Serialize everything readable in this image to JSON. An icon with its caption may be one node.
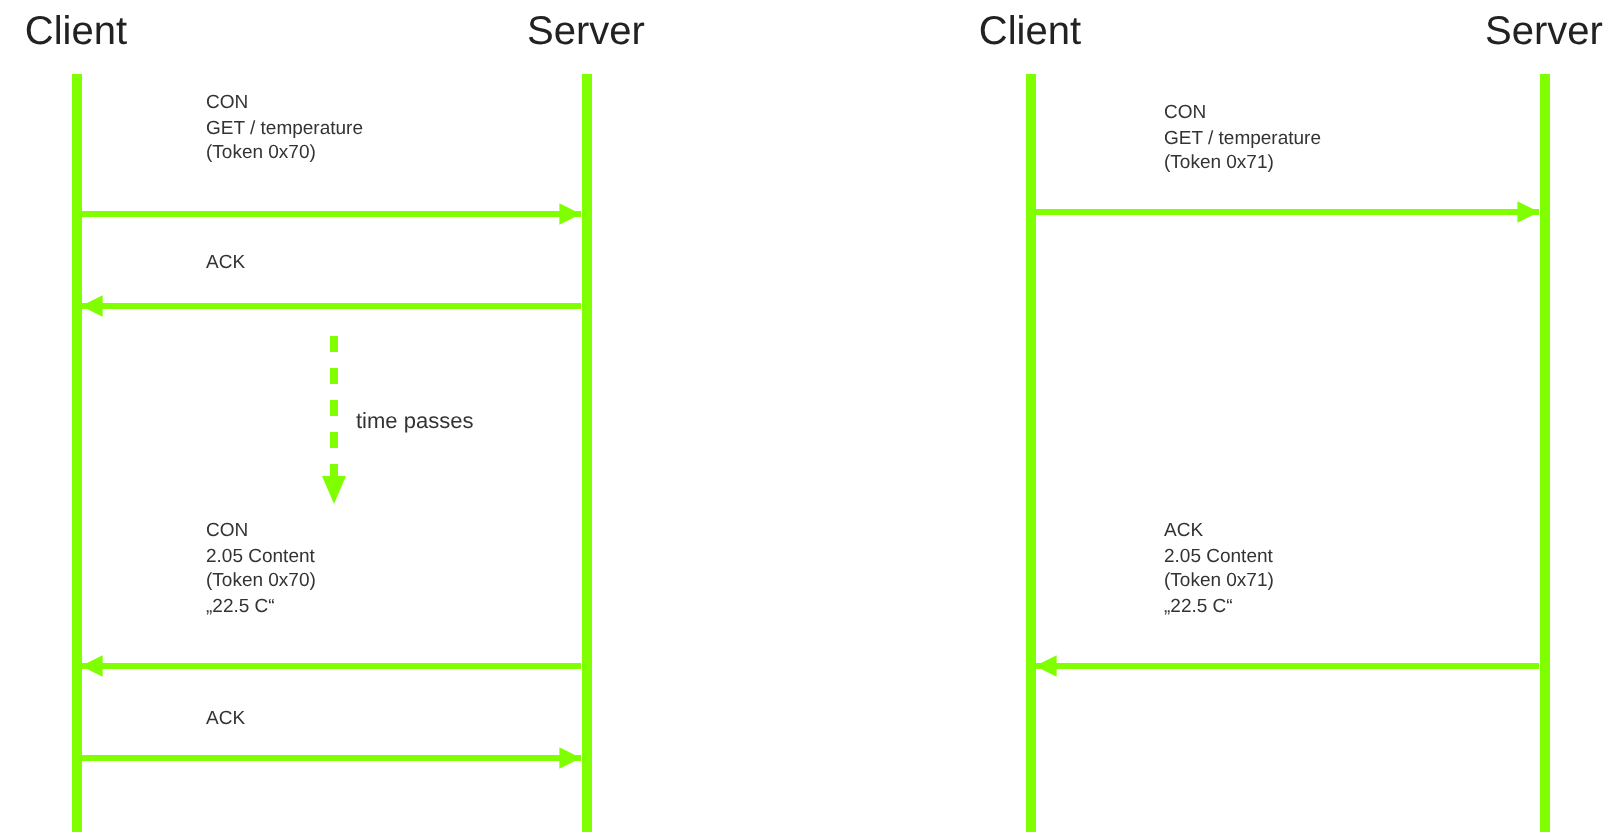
{
  "diagram": {
    "nodes": [
      {
        "text": [
          "Client"
        ]
      },
      {
        "text": [
          "Server"
        ]
      },
      {
        "text": [
          "Client"
        ]
      },
      {
        "text": [
          "Server"
        ]
      }
    ],
    "edges": [
      {
        "from": 0,
        "to": 1,
        "arrow": "to",
        "label": "CON GET / temperature (Token 0x70)"
      },
      {
        "from": 1,
        "to": 0,
        "arrow": "to",
        "label": "ACK"
      },
      {
        "from": 1,
        "to": 0,
        "arrow": "to",
        "label": "CON 2.05 Content (Token 0x70) „22.5 C“"
      },
      {
        "from": 0,
        "to": 1,
        "arrow": "to",
        "label": "ACK"
      },
      {
        "from": 2,
        "to": 3,
        "arrow": "to",
        "label": "CON GET / temperature (Token 0x71)"
      },
      {
        "from": 3,
        "to": 2,
        "arrow": "to",
        "label": "ACK 2.05 Content (Token 0x71) „22.5 C“"
      }
    ],
    "labels": [
      "time passes"
    ]
  }
}
